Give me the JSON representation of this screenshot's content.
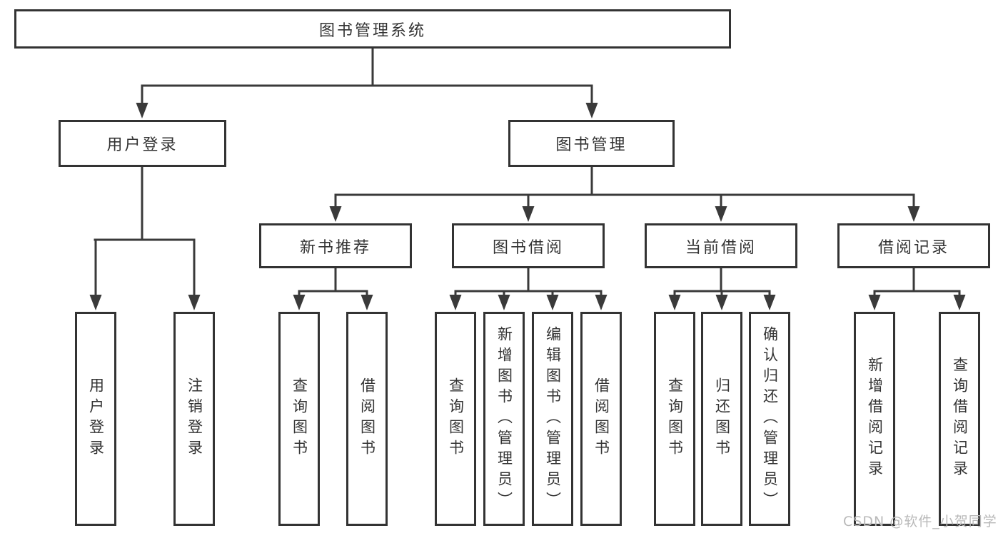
{
  "root": {
    "label": "图书管理系统"
  },
  "level2": {
    "user_login": {
      "label": "用户登录"
    },
    "book_mgmt": {
      "label": "图书管理"
    }
  },
  "level3": {
    "new_books": {
      "label": "新书推荐"
    },
    "book_borrow": {
      "label": "图书借阅"
    },
    "current_borrow": {
      "label": "当前借阅"
    },
    "borrow_records": {
      "label": "借阅记录"
    }
  },
  "leaves": {
    "user_login": {
      "items": [
        "用户登录",
        "注销登录"
      ]
    },
    "new_books": {
      "items": [
        "查询图书",
        "借阅图书"
      ]
    },
    "book_borrow": {
      "items": [
        "查询图书",
        "新增图书（管理员）",
        "编辑图书（管理员）",
        "借阅图书"
      ]
    },
    "current_borrow": {
      "items": [
        "查询图书",
        "归还图书",
        "确认归还（管理员）"
      ]
    },
    "borrow_records": {
      "items": [
        "新增借阅记录",
        "查询借阅记录"
      ]
    }
  },
  "watermark": {
    "text": "CSDN @软件_小贺同学"
  },
  "colors": {
    "line": "#3a3a3a",
    "border": "#333333",
    "text": "#333333",
    "watermark": "#b9b9b9",
    "background": "#ffffff"
  }
}
